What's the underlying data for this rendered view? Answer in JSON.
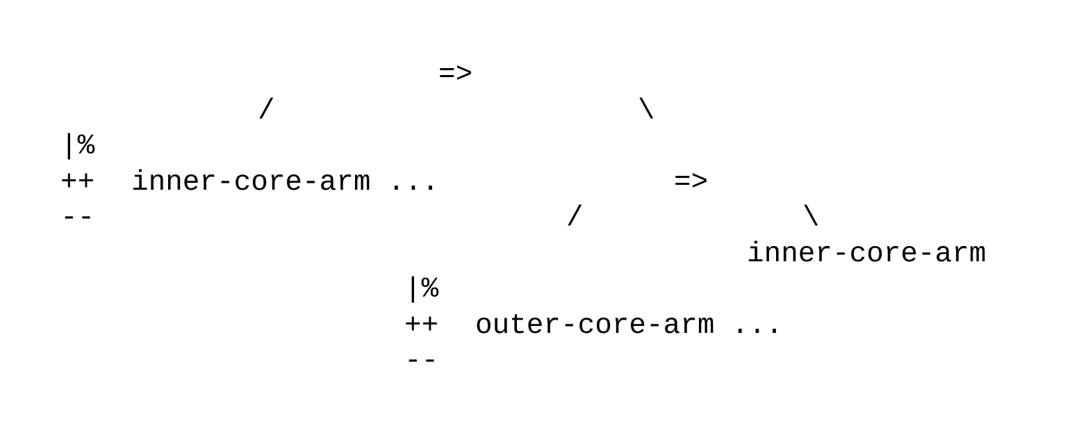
{
  "tree": {
    "root": {
      "operator": "=>",
      "left_branch": "/",
      "right_branch": "\\",
      "left": {
        "symbols": [
          "|%",
          "++",
          "--"
        ],
        "label": "inner-core-arm ..."
      },
      "right": {
        "operator": "=>",
        "left_branch": "/",
        "right_branch": "\\",
        "left": {
          "symbols": [
            "|%",
            "++",
            "--"
          ],
          "label": "outer-core-arm ..."
        },
        "right": {
          "label": "inner-core-arm"
        }
      }
    }
  }
}
